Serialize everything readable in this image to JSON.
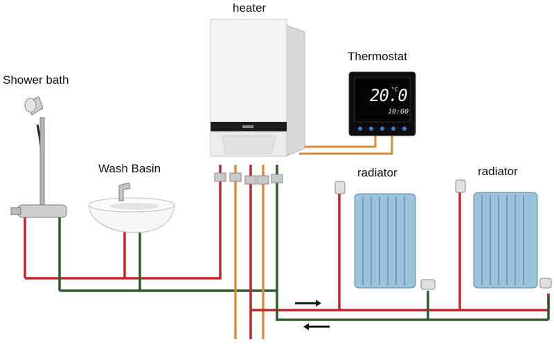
{
  "labels": {
    "heater": "heater",
    "thermostat": "Thermostat",
    "shower_bath": "Shower bath",
    "wash_basin": "Wash Basin",
    "radiator_1": "radiator",
    "radiator_2": "radiator"
  },
  "thermostat_display": {
    "temperature": "20.0",
    "unit": "°C",
    "clock": "10:00"
  },
  "colors": {
    "hot_pipe": "#c0262a",
    "cold_pipe": "#2c5a2c",
    "gas_pipe": "#d98a3a",
    "radiator": "#9cc3de"
  },
  "flow_arrows": [
    "right",
    "left"
  ]
}
